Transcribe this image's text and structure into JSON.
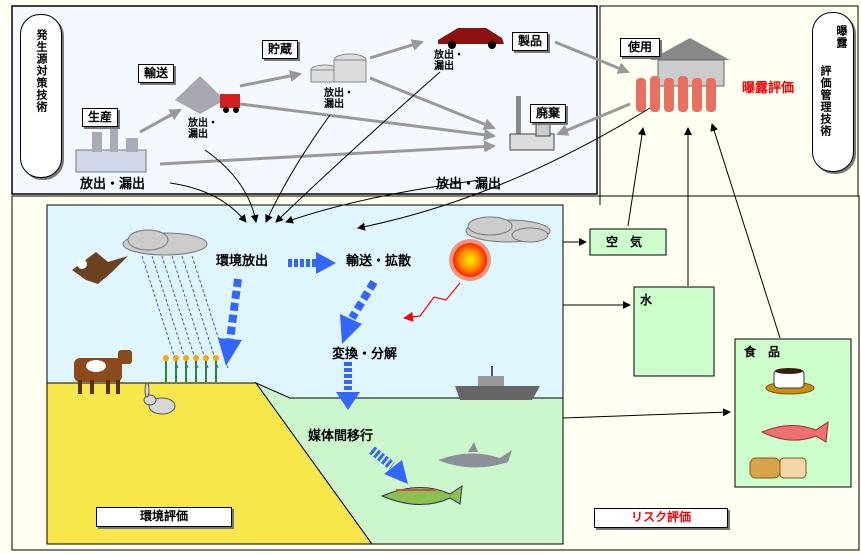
{
  "colors": {
    "source_panel_bg": "#f4f9ff",
    "environment_panel_bg": "#fffff2",
    "sky": "#dff6ff",
    "soil": "#f8e64a",
    "water": "#ccf7cc",
    "green_box": "#ccffcc",
    "risk_red": "#ff0000"
  },
  "source_panel": {
    "vertical_title": "発生源対策技術",
    "production": "生産",
    "transport": "輸送",
    "storage": "貯蔵",
    "products": "製品",
    "disposal": "廃棄",
    "release_bottom_left": "放出・漏出",
    "release_transport": "放出・\n漏出",
    "release_storage": "放出・\n漏出",
    "release_products": "放出・\n漏出",
    "release_bottom_right": "放出・漏出"
  },
  "exposure_panel": {
    "use": "使用",
    "exposure_assessment": "曝露評価",
    "vertical_title_1": "曝露",
    "vertical_title_2": "評価管理技術"
  },
  "environment": {
    "environmental_release": "環境放出",
    "transport_diffusion": "輸送・拡散",
    "conversion_decomposition": "変換・分解",
    "intermedia_transfer": "媒体間移行",
    "environmental_assessment": "環境評価"
  },
  "media": {
    "air": "空　気",
    "water": "水",
    "food": "食　品"
  },
  "risk_assessment": "リスク評価"
}
